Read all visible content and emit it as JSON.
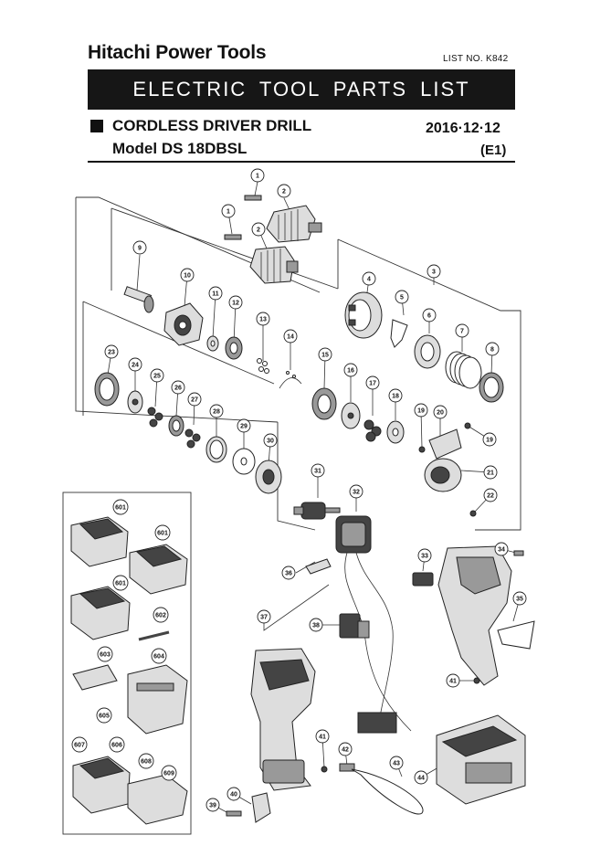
{
  "header": {
    "brand": "Hitachi Power Tools",
    "list_no": "LIST NO. K842",
    "title": "ELECTRIC TOOL PARTS LIST",
    "product": "CORDLESS DRIVER DRILL",
    "model": "Model DS 18DBSL",
    "date": "2016·12·12",
    "edition": "(E1)"
  },
  "callouts": [
    "1",
    "1",
    "2",
    "2",
    "3",
    "4",
    "5",
    "6",
    "7",
    "8",
    "9",
    "10",
    "11",
    "12",
    "13",
    "14",
    "15",
    "16",
    "17",
    "18",
    "19",
    "19",
    "20",
    "21",
    "22",
    "23",
    "24",
    "25",
    "26",
    "27",
    "28",
    "29",
    "30",
    "31",
    "32",
    "33",
    "34",
    "35",
    "36",
    "37",
    "38",
    "39",
    "40",
    "41",
    "41",
    "42",
    "43",
    "44",
    "601",
    "601",
    "601",
    "602",
    "603",
    "604",
    "605",
    "606",
    "607",
    "608",
    "609"
  ]
}
